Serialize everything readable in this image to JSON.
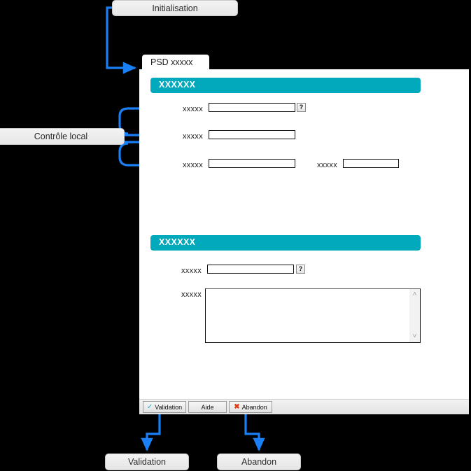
{
  "diagram": {
    "background_color": "#000000",
    "accent_color": "#00a9bc",
    "arrow_color": "#1a7ff5"
  },
  "callouts": {
    "initialisation": "Initialisation",
    "controle_local": "Contrôle local",
    "validation": "Validation",
    "abandon": "Abandon"
  },
  "dialog": {
    "tab_label": "PSD xxxxx",
    "sections": [
      {
        "title": "XXXXXX",
        "fields": [
          {
            "label": "xxxxx",
            "value": "",
            "help": "?"
          },
          {
            "label": "xxxxx",
            "value": ""
          },
          {
            "label": "xxxxx",
            "value": ""
          },
          {
            "label": "xxxxx",
            "value": ""
          }
        ]
      },
      {
        "title": "XXXXXX",
        "fields": [
          {
            "label": "xxxxx",
            "value": "",
            "help": "?"
          },
          {
            "label": "xxxxx",
            "value": ""
          }
        ]
      }
    ],
    "buttons": [
      {
        "label": "Validation",
        "icon": "check-icon"
      },
      {
        "label": "Aide",
        "icon": ""
      },
      {
        "label": "Abandon",
        "icon": "cross-icon"
      }
    ],
    "scroll_up": "˄",
    "scroll_down": "˅"
  }
}
